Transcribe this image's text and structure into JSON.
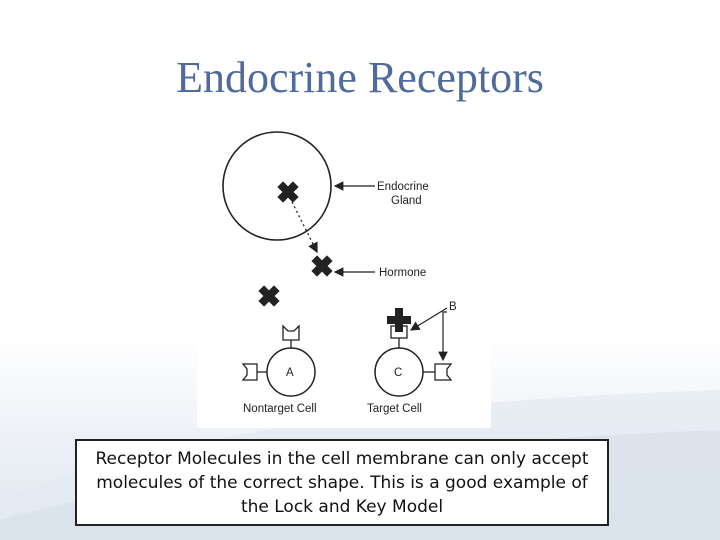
{
  "slide": {
    "title": "Endocrine Receptors",
    "caption": "Receptor Molecules in the cell membrane can only accept molecules of the correct shape.  This is a good example of the Lock and Key Model"
  },
  "diagram": {
    "labels": {
      "gland_line1": "Endocrine",
      "gland_line2": "Gland",
      "hormone": "Hormone",
      "b": "B",
      "cell_a": "A",
      "cell_c": "C",
      "nontarget": "Nontarget Cell",
      "target": "Target Cell"
    }
  }
}
